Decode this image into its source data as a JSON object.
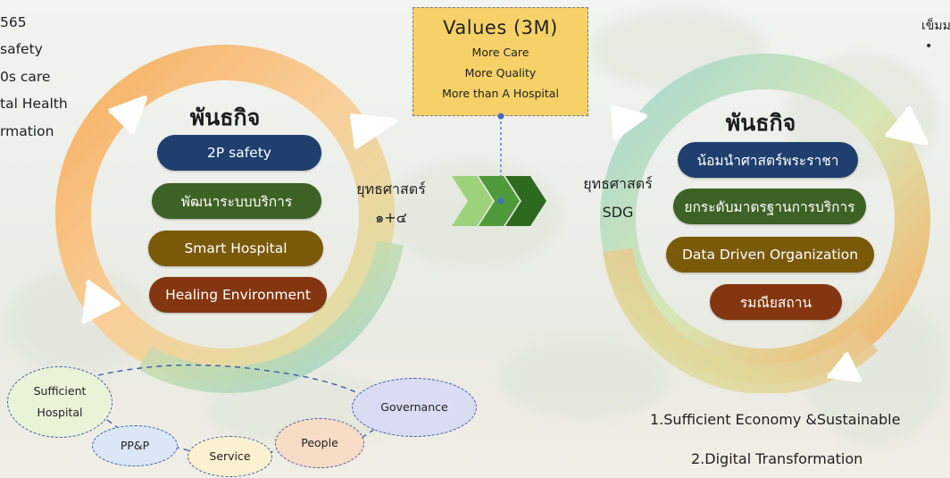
{
  "left_partial_text": [
    "565",
    "safety",
    "0s care",
    "tal Health",
    "rmation"
  ],
  "right_partial_text": [
    "เข็มม",
    "•"
  ],
  "values": {
    "title": "Values (3M)",
    "lines": [
      "More Care",
      "More Quality",
      "More than A Hospital"
    ]
  },
  "left_cycle": {
    "title": "พันธกิจ",
    "items": [
      {
        "label": "2P safety",
        "color": "#1f3f6e"
      },
      {
        "label": "พัฒนาระบบบริการ",
        "color": "#3e6226"
      },
      {
        "label": "Smart Hospital",
        "color": "#7a5a09"
      },
      {
        "label": "Healing Environment",
        "color": "#83360f"
      }
    ]
  },
  "right_cycle": {
    "title": "พันธกิจ",
    "items": [
      {
        "label": "น้อมนำศาสตร์พระราชา",
        "color": "#1f3f6e"
      },
      {
        "label": "ยกระดับมาตรฐานการบริการ",
        "color": "#3e6226"
      },
      {
        "label": "Data Driven Organization",
        "color": "#7a5a09"
      },
      {
        "label": "รมณียสถาน",
        "color": "#83360f"
      }
    ]
  },
  "strategy_left": {
    "line1": "ยุทธศาสตร์",
    "line2": "๑+๔"
  },
  "strategy_right": {
    "line1": "ยุทธศาสตร์",
    "line2": "SDG"
  },
  "bubbles": {
    "sufficient_hospital": [
      "Sufficient",
      "Hospital"
    ],
    "ppp": "PP&P",
    "service": "Service",
    "people": "People",
    "governance": "Governance"
  },
  "bottom_points": [
    "1.Sufficient Economy &Sustainable",
    "2.Digital Transformation"
  ],
  "colors": {
    "arrow_light": "#9cd27a",
    "arrow_mid": "#4f9a3a",
    "arrow_dark": "#2d6a1f",
    "bubble_fill_green": "#e8f3d8",
    "bubble_fill_blue": "#dbe6f6",
    "bubble_fill_yellow": "#fbf0cf",
    "bubble_fill_peach": "#f7dcc6",
    "bubble_fill_lavender": "#d9dcf3"
  }
}
